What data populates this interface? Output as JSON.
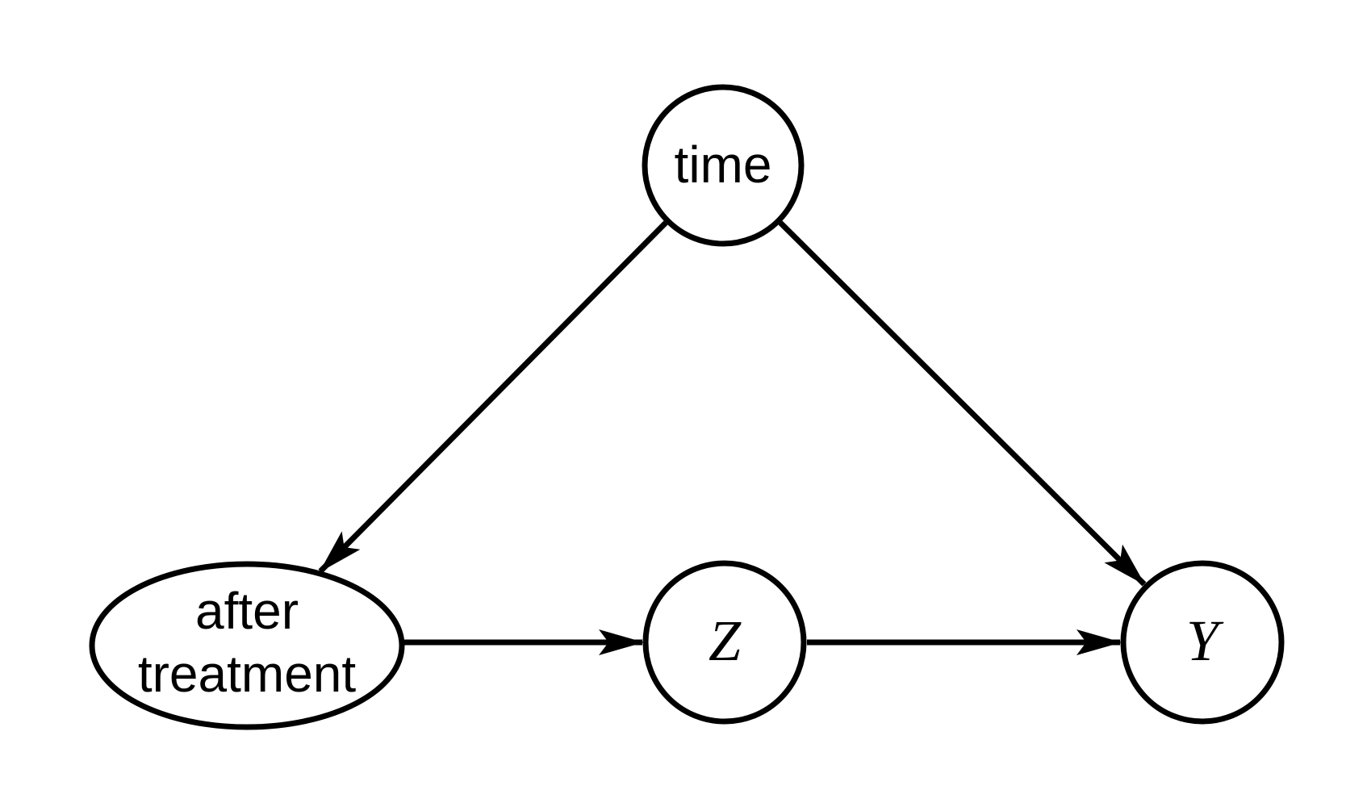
{
  "diagram": {
    "type": "causal-dag",
    "background_color": "#ffffff",
    "stroke_color": "#000000",
    "nodes": [
      {
        "id": "time",
        "shape": "circle",
        "label": "time",
        "label_style": "sans"
      },
      {
        "id": "after-treatment",
        "shape": "ellipse",
        "label": "after treatment",
        "label_lines": [
          "after",
          "treatment"
        ],
        "label_style": "sans"
      },
      {
        "id": "Z",
        "shape": "circle",
        "label": "Z",
        "label_style": "math-italic"
      },
      {
        "id": "Y",
        "shape": "circle",
        "label": "Y",
        "label_style": "math-italic"
      }
    ],
    "edges": [
      {
        "from": "time",
        "to": "after-treatment",
        "directed": true
      },
      {
        "from": "time",
        "to": "Y",
        "directed": true
      },
      {
        "from": "after-treatment",
        "to": "Z",
        "directed": true
      },
      {
        "from": "Z",
        "to": "Y",
        "directed": true
      }
    ]
  }
}
